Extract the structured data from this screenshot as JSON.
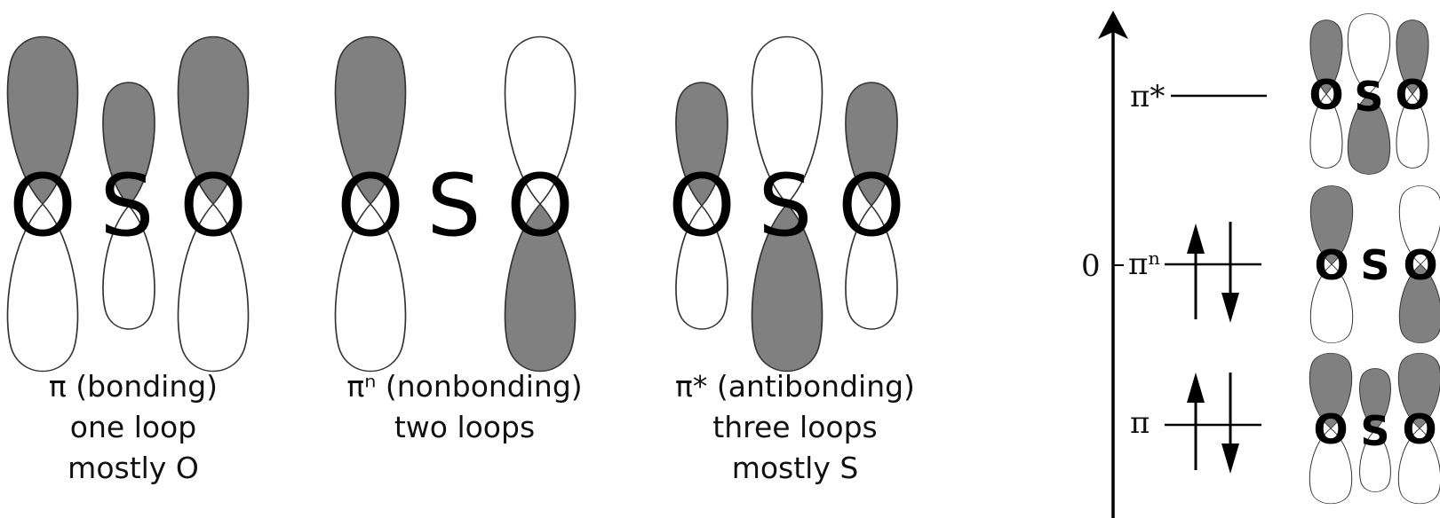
{
  "atoms": {
    "oxygen": "O",
    "sulfur": "S"
  },
  "orbitals": [
    {
      "id": "bonding",
      "caption_lines": [
        "π (bonding)",
        "one loop",
        "mostly O"
      ]
    },
    {
      "id": "nonbonding",
      "caption_lines": [
        "πⁿ (nonbonding)",
        "two loops"
      ]
    },
    {
      "id": "antibonding",
      "caption_lines": [
        "π* (antibonding)",
        "three loops",
        "mostly S"
      ]
    }
  ],
  "energy_diagram": {
    "axis_zero_label": "0",
    "levels": [
      {
        "id": "antibonding",
        "label": "π*",
        "electrons": 0
      },
      {
        "id": "nonbonding",
        "label": "πⁿ",
        "electrons": 2
      },
      {
        "id": "bonding",
        "label": "π",
        "electrons": 2
      }
    ]
  },
  "colors": {
    "shaded_lobe": "#808080",
    "unshaded_lobe": "#ffffff",
    "outline": "#333333"
  }
}
